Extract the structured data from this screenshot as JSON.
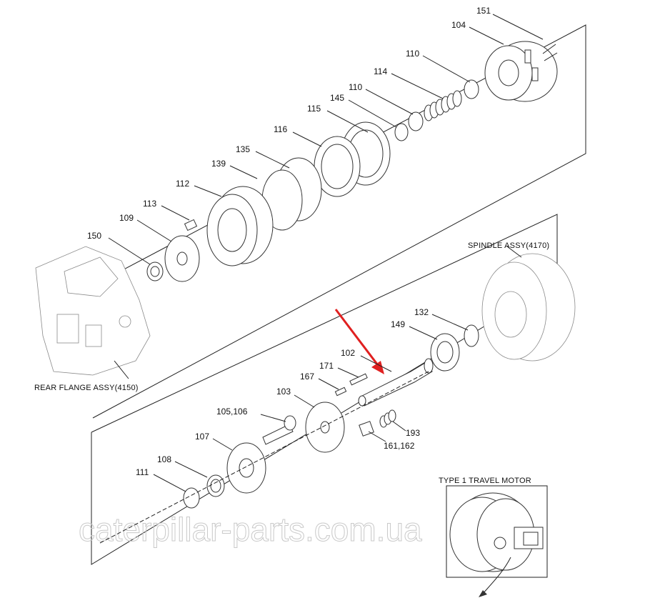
{
  "parts": {
    "p151": "151",
    "p104": "104",
    "p110a": "110",
    "p114": "114",
    "p110b": "110",
    "p145": "145",
    "p115": "115",
    "p116": "116",
    "p135": "135",
    "p139": "139",
    "p112": "112",
    "p113": "113",
    "p109": "109",
    "p150": "150",
    "p132": "132",
    "p149": "149",
    "p102": "102",
    "p171": "171",
    "p167": "167",
    "p103": "103",
    "p105_106": "105,106",
    "p107": "107",
    "p108": "108",
    "p111": "111",
    "p193": "193",
    "p161_162": "161,162"
  },
  "assemblies": {
    "spindle": "SPINDLE ASSY(4170)",
    "rear_flange": "REAR FLANGE ASSY(4150)",
    "motor": "TYPE 1 TRAVEL MOTOR"
  },
  "watermark": "caterpillar-parts.com.ua",
  "colors": {
    "arrow": "#e02020",
    "lines": "#222222",
    "watermark": "#c9c9c9"
  }
}
